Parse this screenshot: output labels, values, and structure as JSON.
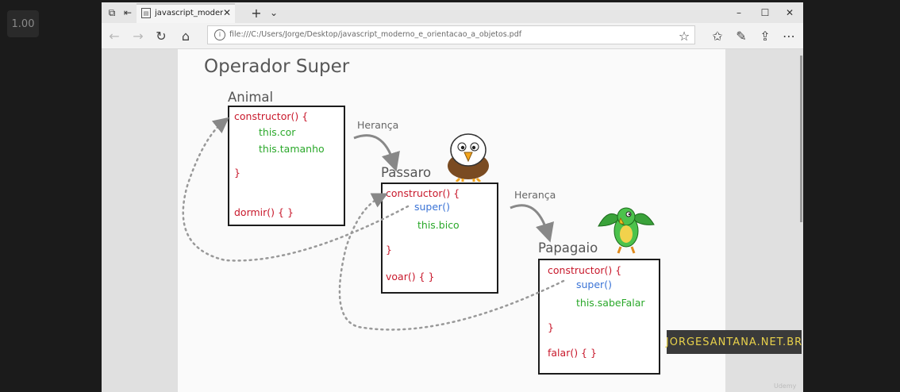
{
  "player": {
    "speed": "1.00"
  },
  "browser": {
    "tab_title": "javascript_moderno_e_c",
    "address": "file:///C:/Users/Jorge/Desktop/javascript_moderno_e_orientacao_a_objetos.pdf"
  },
  "slide": {
    "title": "Operador Super",
    "inheritance_label": "Herança",
    "animal": {
      "name": "Animal",
      "lines": [
        "constructor() {",
        "this.cor",
        "this.tamanho",
        "}",
        "dormir() {  }"
      ]
    },
    "passaro": {
      "name": "Passaro",
      "lines": [
        "constructor() {",
        "super()",
        "this.bico",
        "}",
        "voar() {  }"
      ]
    },
    "papagaio": {
      "name": "Papagaio",
      "lines": [
        "constructor() {",
        "super()",
        "this.sabeFalar",
        "}",
        "falar() {  }"
      ]
    }
  },
  "banner": "JORGESANTANA.NET.BR",
  "watermark": "Udemy",
  "colors": {
    "keyword": "#c8182b",
    "property": "#2aa82a",
    "super": "#3a73d6",
    "arrow": "#888888"
  },
  "icons": [
    "tab-actions-icon",
    "set-aside-icon",
    "pdf-icon",
    "close-icon",
    "new-tab-icon",
    "chevron-down-icon",
    "minimize-icon",
    "maximize-icon",
    "back-icon",
    "forward-icon",
    "refresh-icon",
    "home-icon",
    "info-icon",
    "favorite-star-icon",
    "favorites-hub-icon",
    "pen-icon",
    "share-icon",
    "more-icon"
  ]
}
